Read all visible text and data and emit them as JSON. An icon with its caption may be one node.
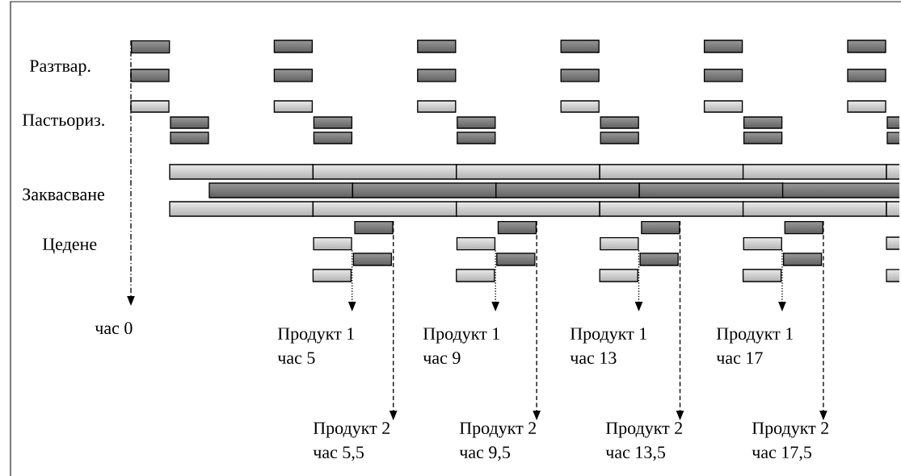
{
  "diagram": {
    "nodes": [
      {
        "text": [],
        "shape": "bar"
      },
      {
        "text": [],
        "shape": "bar"
      },
      {
        "text": [],
        "shape": "bar"
      },
      {
        "text": [],
        "shape": "bar"
      },
      {
        "text": [],
        "shape": "bar"
      },
      {
        "text": [],
        "shape": "bar"
      },
      {
        "text": [],
        "shape": "bar"
      },
      {
        "text": [],
        "shape": "bar"
      },
      {
        "text": [],
        "shape": "bar"
      },
      {
        "text": [
          "час 0"
        ]
      },
      {
        "text": [
          "Продукт 1",
          "час 5"
        ]
      },
      {
        "text": [
          "Продукт 1",
          "час 9"
        ]
      },
      {
        "text": [
          "Продукт 1",
          "час 13"
        ]
      },
      {
        "text": [
          "Продукт 1",
          "час 17"
        ]
      },
      {
        "text": [
          "Продукт 2",
          "час 5,5"
        ]
      },
      {
        "text": [
          "Продукт 2",
          "час 9,5"
        ]
      },
      {
        "text": [
          "Продукт 2",
          "час 13,5"
        ]
      },
      {
        "text": [
          "Продукт 2",
          "час 17,5"
        ]
      }
    ],
    "edges": [
      {
        "from": 0,
        "to": 9,
        "arrow": "to",
        "style": "dashed"
      },
      {
        "from": 1,
        "to": 10,
        "arrow": "to",
        "style": "dashed"
      },
      {
        "from": 3,
        "to": 11,
        "arrow": "to",
        "style": "dashed"
      },
      {
        "from": 5,
        "to": 12,
        "arrow": "to",
        "style": "dashed"
      },
      {
        "from": 7,
        "to": 13,
        "arrow": "to",
        "style": "dashed"
      },
      {
        "from": 2,
        "to": 14,
        "arrow": "to",
        "style": "dashed"
      },
      {
        "from": 4,
        "to": 15,
        "arrow": "to",
        "style": "dashed"
      },
      {
        "from": 6,
        "to": 16,
        "arrow": "to",
        "style": "dashed"
      },
      {
        "from": 8,
        "to": 17,
        "arrow": "to",
        "style": "dashed"
      }
    ],
    "labels": [
      "Разтвар.",
      "Пастьориз.",
      "Заквасване",
      "Цедене"
    ]
  }
}
